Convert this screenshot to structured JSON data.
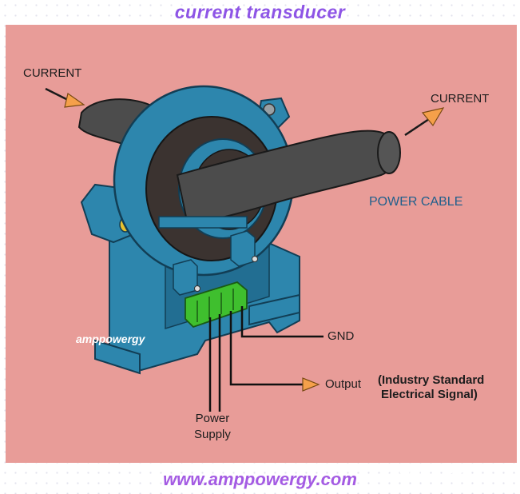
{
  "header": {
    "title": "current transducer"
  },
  "labels": {
    "current_in": "CURRENT",
    "current_out": "CURRENT",
    "power_cable": "POWER CABLE",
    "gnd": "GND",
    "output": "Output",
    "output_note_line1": "(Industry Standard",
    "output_note_line2": "Electrical Signal)",
    "power_supply_line1": "Power",
    "power_supply_line2": "Supply"
  },
  "watermarks": {
    "small": "amppowergy",
    "large": "amppowergy"
  },
  "footer": {
    "url": "www.amppowergy.com"
  },
  "colors": {
    "background_panel": "#e89c98",
    "sensor_body": "#2d86ad",
    "cable": "#4c4c4c",
    "terminal_block": "#3fbf2e",
    "arrow": "#f5a04a",
    "title": "#8e55e6",
    "url": "#a45be3"
  }
}
